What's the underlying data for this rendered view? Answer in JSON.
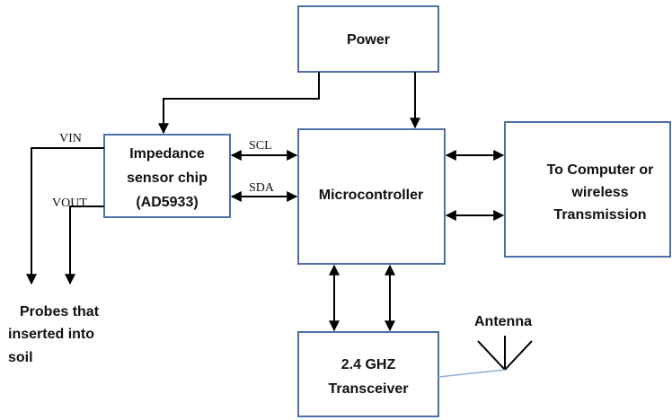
{
  "blocks": {
    "power": "Power",
    "impedance": [
      "Impedance",
      "sensor chip",
      "(AD5933)"
    ],
    "microcontroller": "Microcontroller",
    "computer": [
      "To Computer or",
      "wireless",
      "Transmission"
    ],
    "transceiver": [
      "2.4 GHZ",
      "Transceiver"
    ]
  },
  "signals": {
    "vin": "VIN",
    "vout": "VOUT",
    "scl": "SCL",
    "sda": "SDA"
  },
  "labels": {
    "antenna": "Antenna",
    "probes": [
      "Probes that",
      "inserted into",
      "soil"
    ]
  },
  "colors": {
    "box_border": "#4f6fa8",
    "antenna_wire": "#8fb0d6"
  }
}
